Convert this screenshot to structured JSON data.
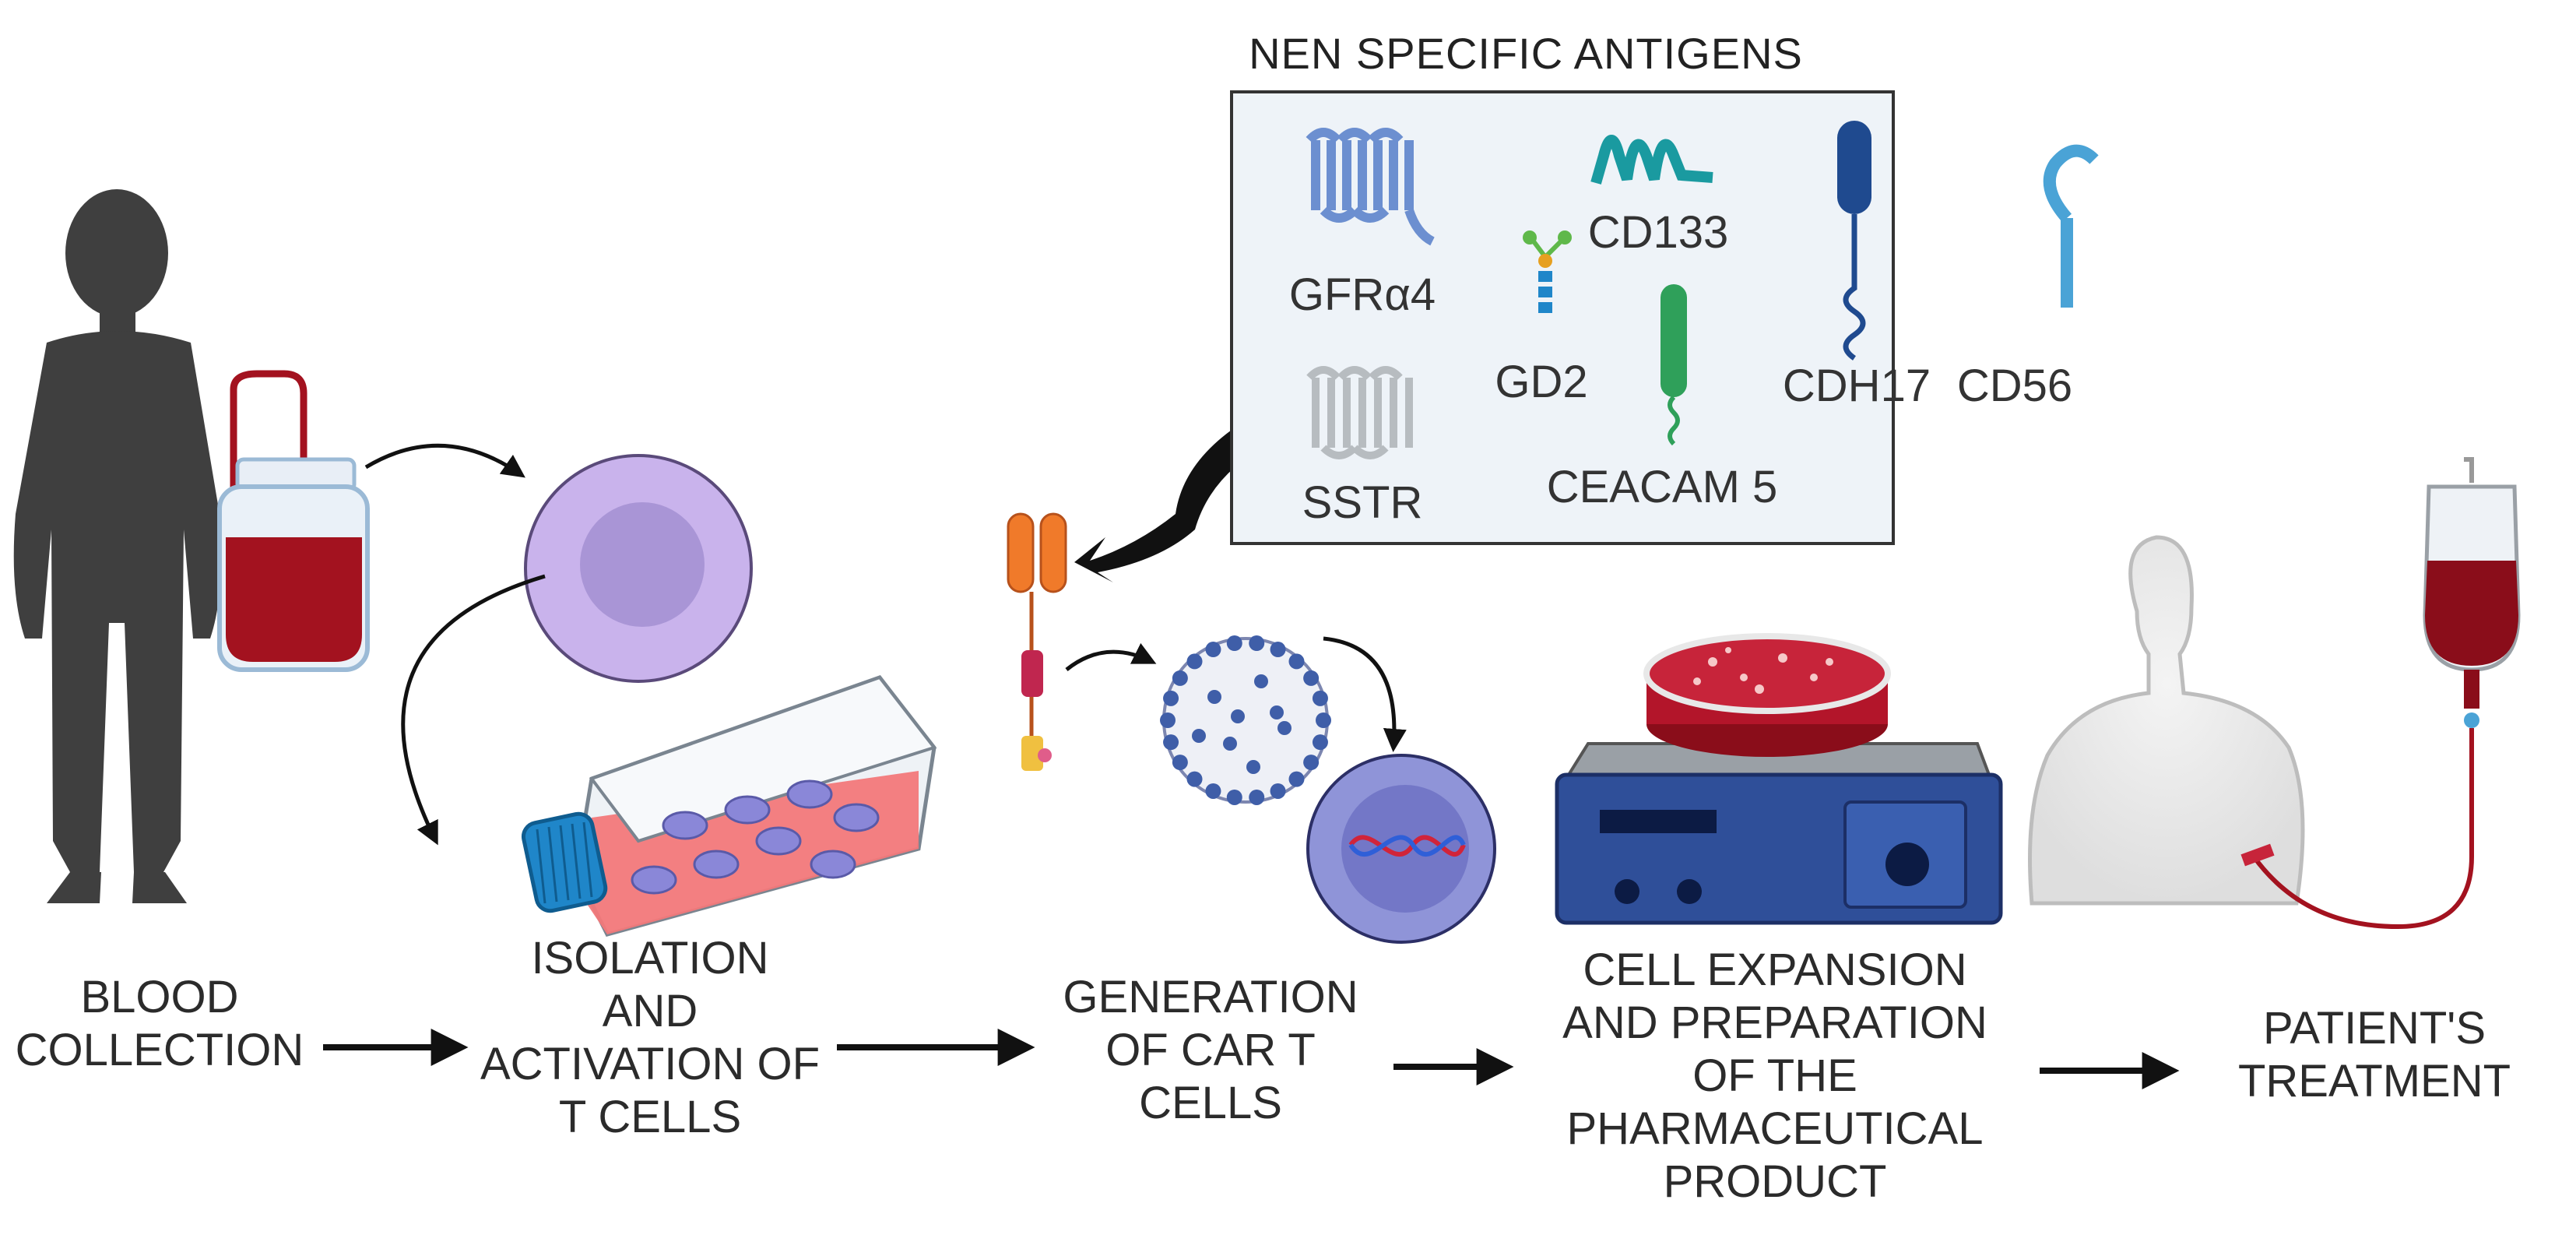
{
  "antigen_box": {
    "title": "NEN  SPECIFIC ANTIGENS",
    "antigens": [
      "GFRα4",
      "CD133",
      "GD2",
      "CDH17",
      "CD56",
      "SSTR",
      "CEACAM 5"
    ]
  },
  "steps": [
    {
      "lines": [
        "BLOOD",
        "COLLECTION"
      ]
    },
    {
      "lines": [
        "ISOLATION",
        "AND",
        "ACTIVATION OF",
        "T CELLS"
      ]
    },
    {
      "lines": [
        "GENERATION",
        "OF CAR T",
        "CELLS"
      ]
    },
    {
      "lines": [
        "CELL EXPANSION",
        "AND PREPARATION",
        "OF THE",
        "PHARMACEUTICAL",
        "PRODUCT"
      ]
    },
    {
      "lines": [
        "PATIENT'S",
        "TREATMENT"
      ]
    }
  ],
  "colors": {
    "silhouette": "#3f3f3f",
    "blood": "#a3121f",
    "tcell": "#c9b3ec",
    "flask_medium": "#f2787a",
    "cap": "#1f86c9",
    "car_receptor": "#f07a2a",
    "virus": "#3f5ea8",
    "box_bg": "#eef3f8",
    "stirrer": "#2f4f99",
    "gfr": "#6c8fd0",
    "cd133": "#1a9aa0",
    "cdh17": "#1f4a8f",
    "cd56": "#4aa3d6",
    "ceacam": "#2fa05a",
    "sstr": "#b7bcc0"
  }
}
